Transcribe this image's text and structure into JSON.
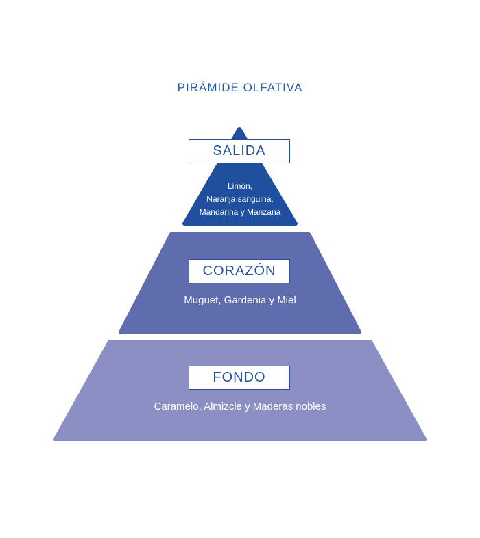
{
  "title": "PIRÁMIDE OLFATIVA",
  "colors": {
    "title": "#2b58a3",
    "top": "#1f4f9e",
    "middle": "#5f6cae",
    "bottom": "#8b8fc3"
  },
  "levels": [
    {
      "label": "SALIDA",
      "notes": [
        "Limón,",
        "Naranja sanguina,",
        "Mandarina y Manzana"
      ]
    },
    {
      "label": "CORAZÓN",
      "notes": [
        "Muguet, Gardenia y Miel"
      ]
    },
    {
      "label": "FONDO",
      "notes": [
        "Caramelo, Almizcle y Maderas nobles"
      ]
    }
  ]
}
